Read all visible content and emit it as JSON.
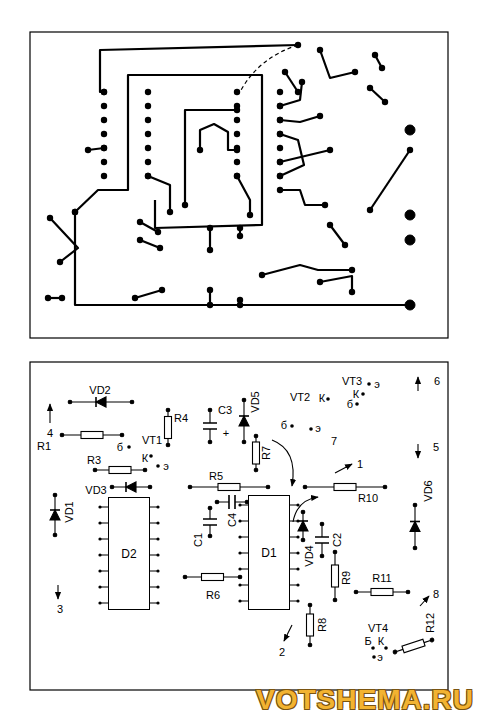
{
  "diagram": {
    "nodes": [
      {
        "text": [
          "D2"
        ]
      },
      {
        "text": [
          "D1"
        ]
      }
    ],
    "labels": [
      "VD2",
      "4",
      "R4",
      "C3",
      "+",
      "VD5",
      "R7",
      "VT2",
      "К",
      "б",
      "э",
      "VT3",
      "К",
      "б",
      "э",
      "6",
      "7",
      "5",
      "1",
      "R1",
      "б",
      "VT1",
      "К",
      "R3",
      "э",
      "VD3",
      "R5",
      "VD1",
      "C4",
      "C1",
      "R10",
      "VD6",
      "VD4",
      "C2",
      "R6",
      "R9",
      "R11",
      "3",
      "R8",
      "2",
      "8",
      "R12",
      "VT4",
      "Б",
      "К",
      "э",
      "VOTSHEMA.RU"
    ]
  }
}
